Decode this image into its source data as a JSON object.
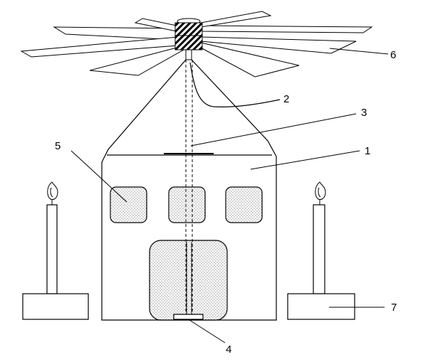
{
  "diagram": {
    "labels": {
      "house": "1",
      "wire": "2",
      "shaft": "3",
      "bearing": "4",
      "windows": "5",
      "fan": "6",
      "candle_stand": "7"
    },
    "colors": {
      "line": "#000000",
      "background": "#ffffff",
      "stipple": "#000000"
    }
  }
}
